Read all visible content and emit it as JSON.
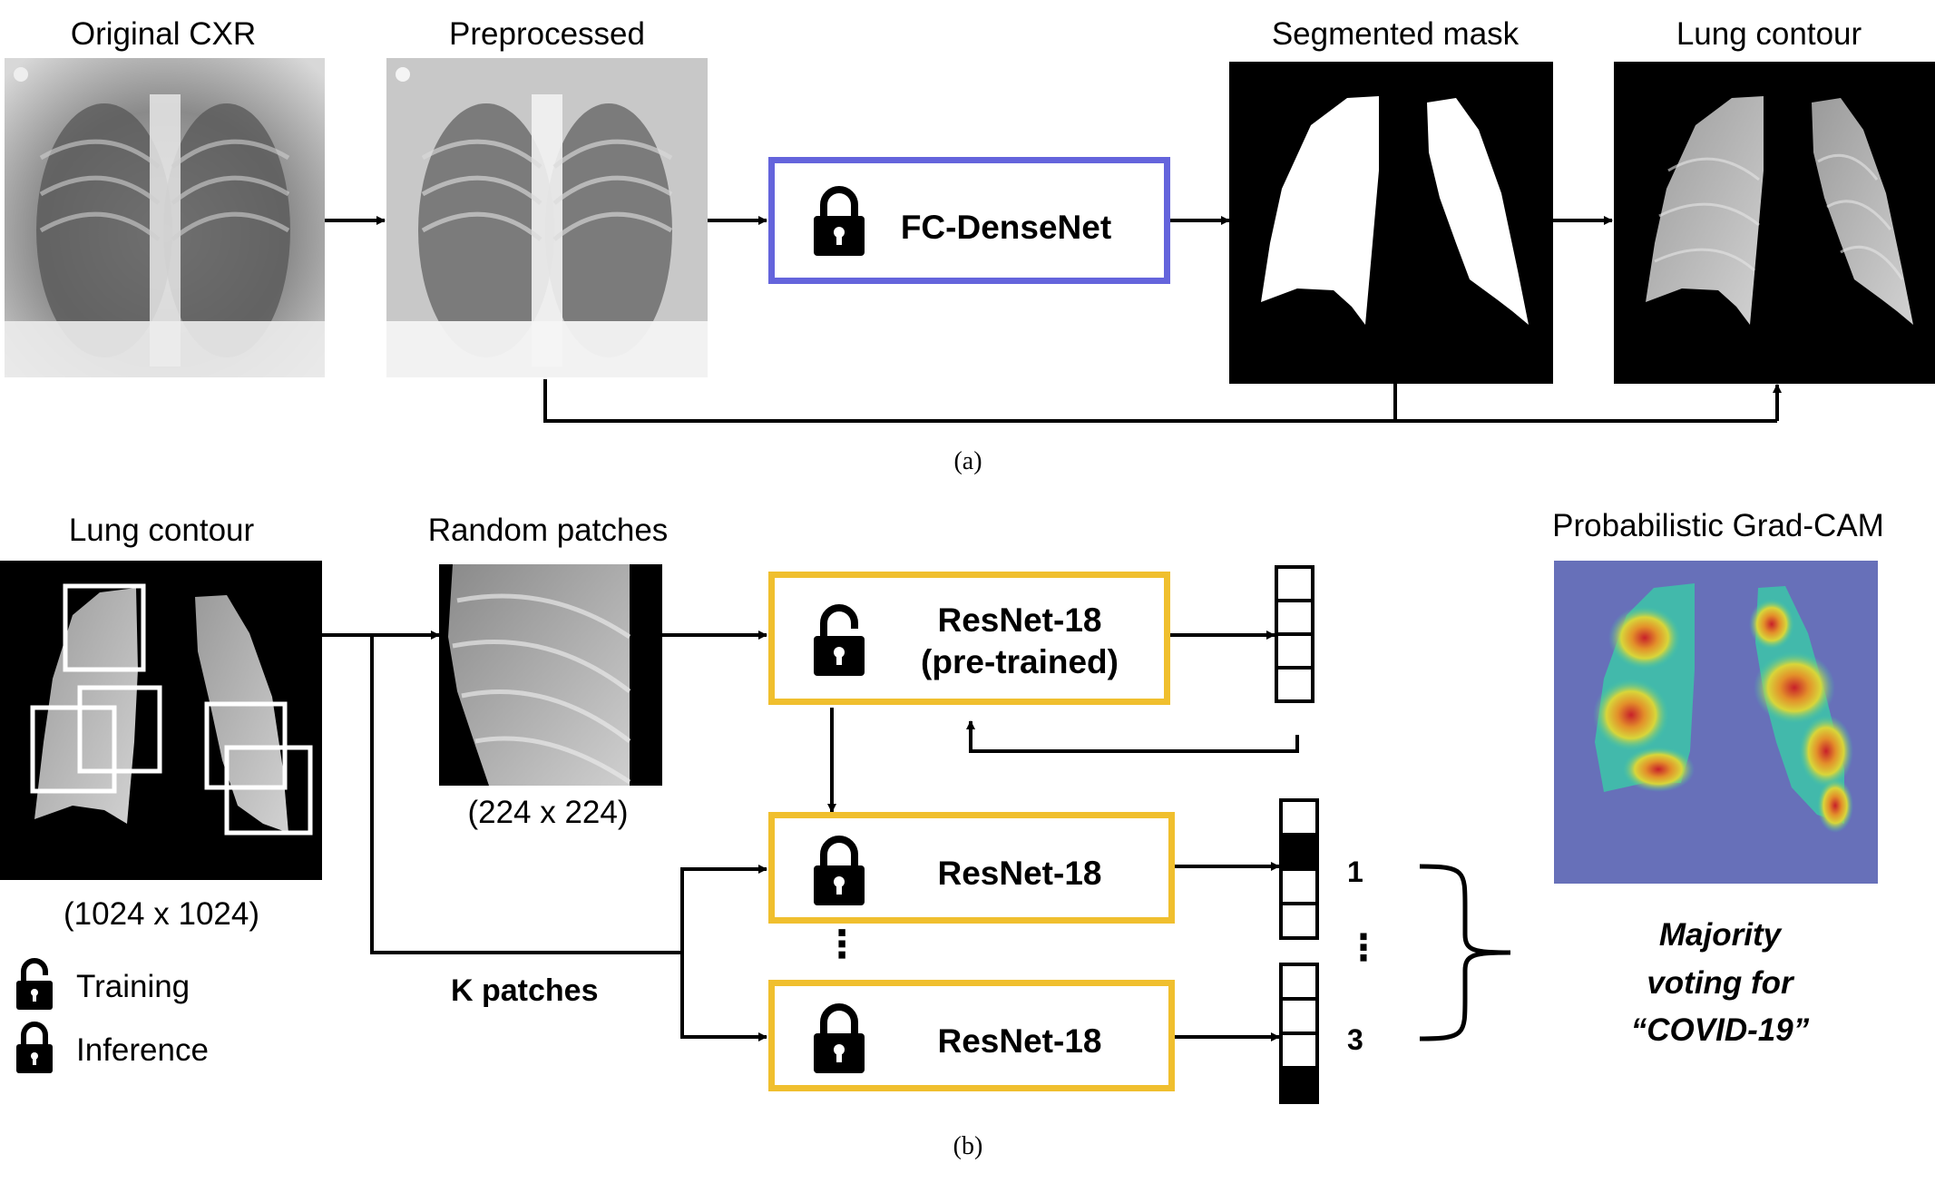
{
  "colors": {
    "fc_densenet_border": "#6464dc",
    "resnet_border": "#f0bf2e",
    "line": "#000000"
  },
  "panel_a": {
    "caption": "(a)",
    "labels": {
      "original": "Original CXR",
      "preprocessed": "Preprocessed",
      "segmented": "Segmented mask",
      "contour": "Lung contour"
    },
    "model": "FC-DenseNet",
    "model_icon": "lock-closed-icon"
  },
  "panel_b": {
    "caption": "(b)",
    "labels": {
      "contour": "Lung contour",
      "contour_size": "(1024 x 1024)",
      "patches": "Random patches",
      "patch_size": "(224 x 224)",
      "gradcam": "Probabilistic Grad-CAM",
      "k_patches": "K patches"
    },
    "pretrained_model": "ResNet-18\n(pre-trained)",
    "model": "ResNet-18",
    "vote_text": "Majority voting for\n“COVID-19”",
    "index_first": "1",
    "index_last": "3",
    "ellipsis": "⋮",
    "legend": {
      "training": "Training",
      "inference": "Inference",
      "training_icon": "lock-open-icon",
      "inference_icon": "lock-closed-icon"
    }
  }
}
